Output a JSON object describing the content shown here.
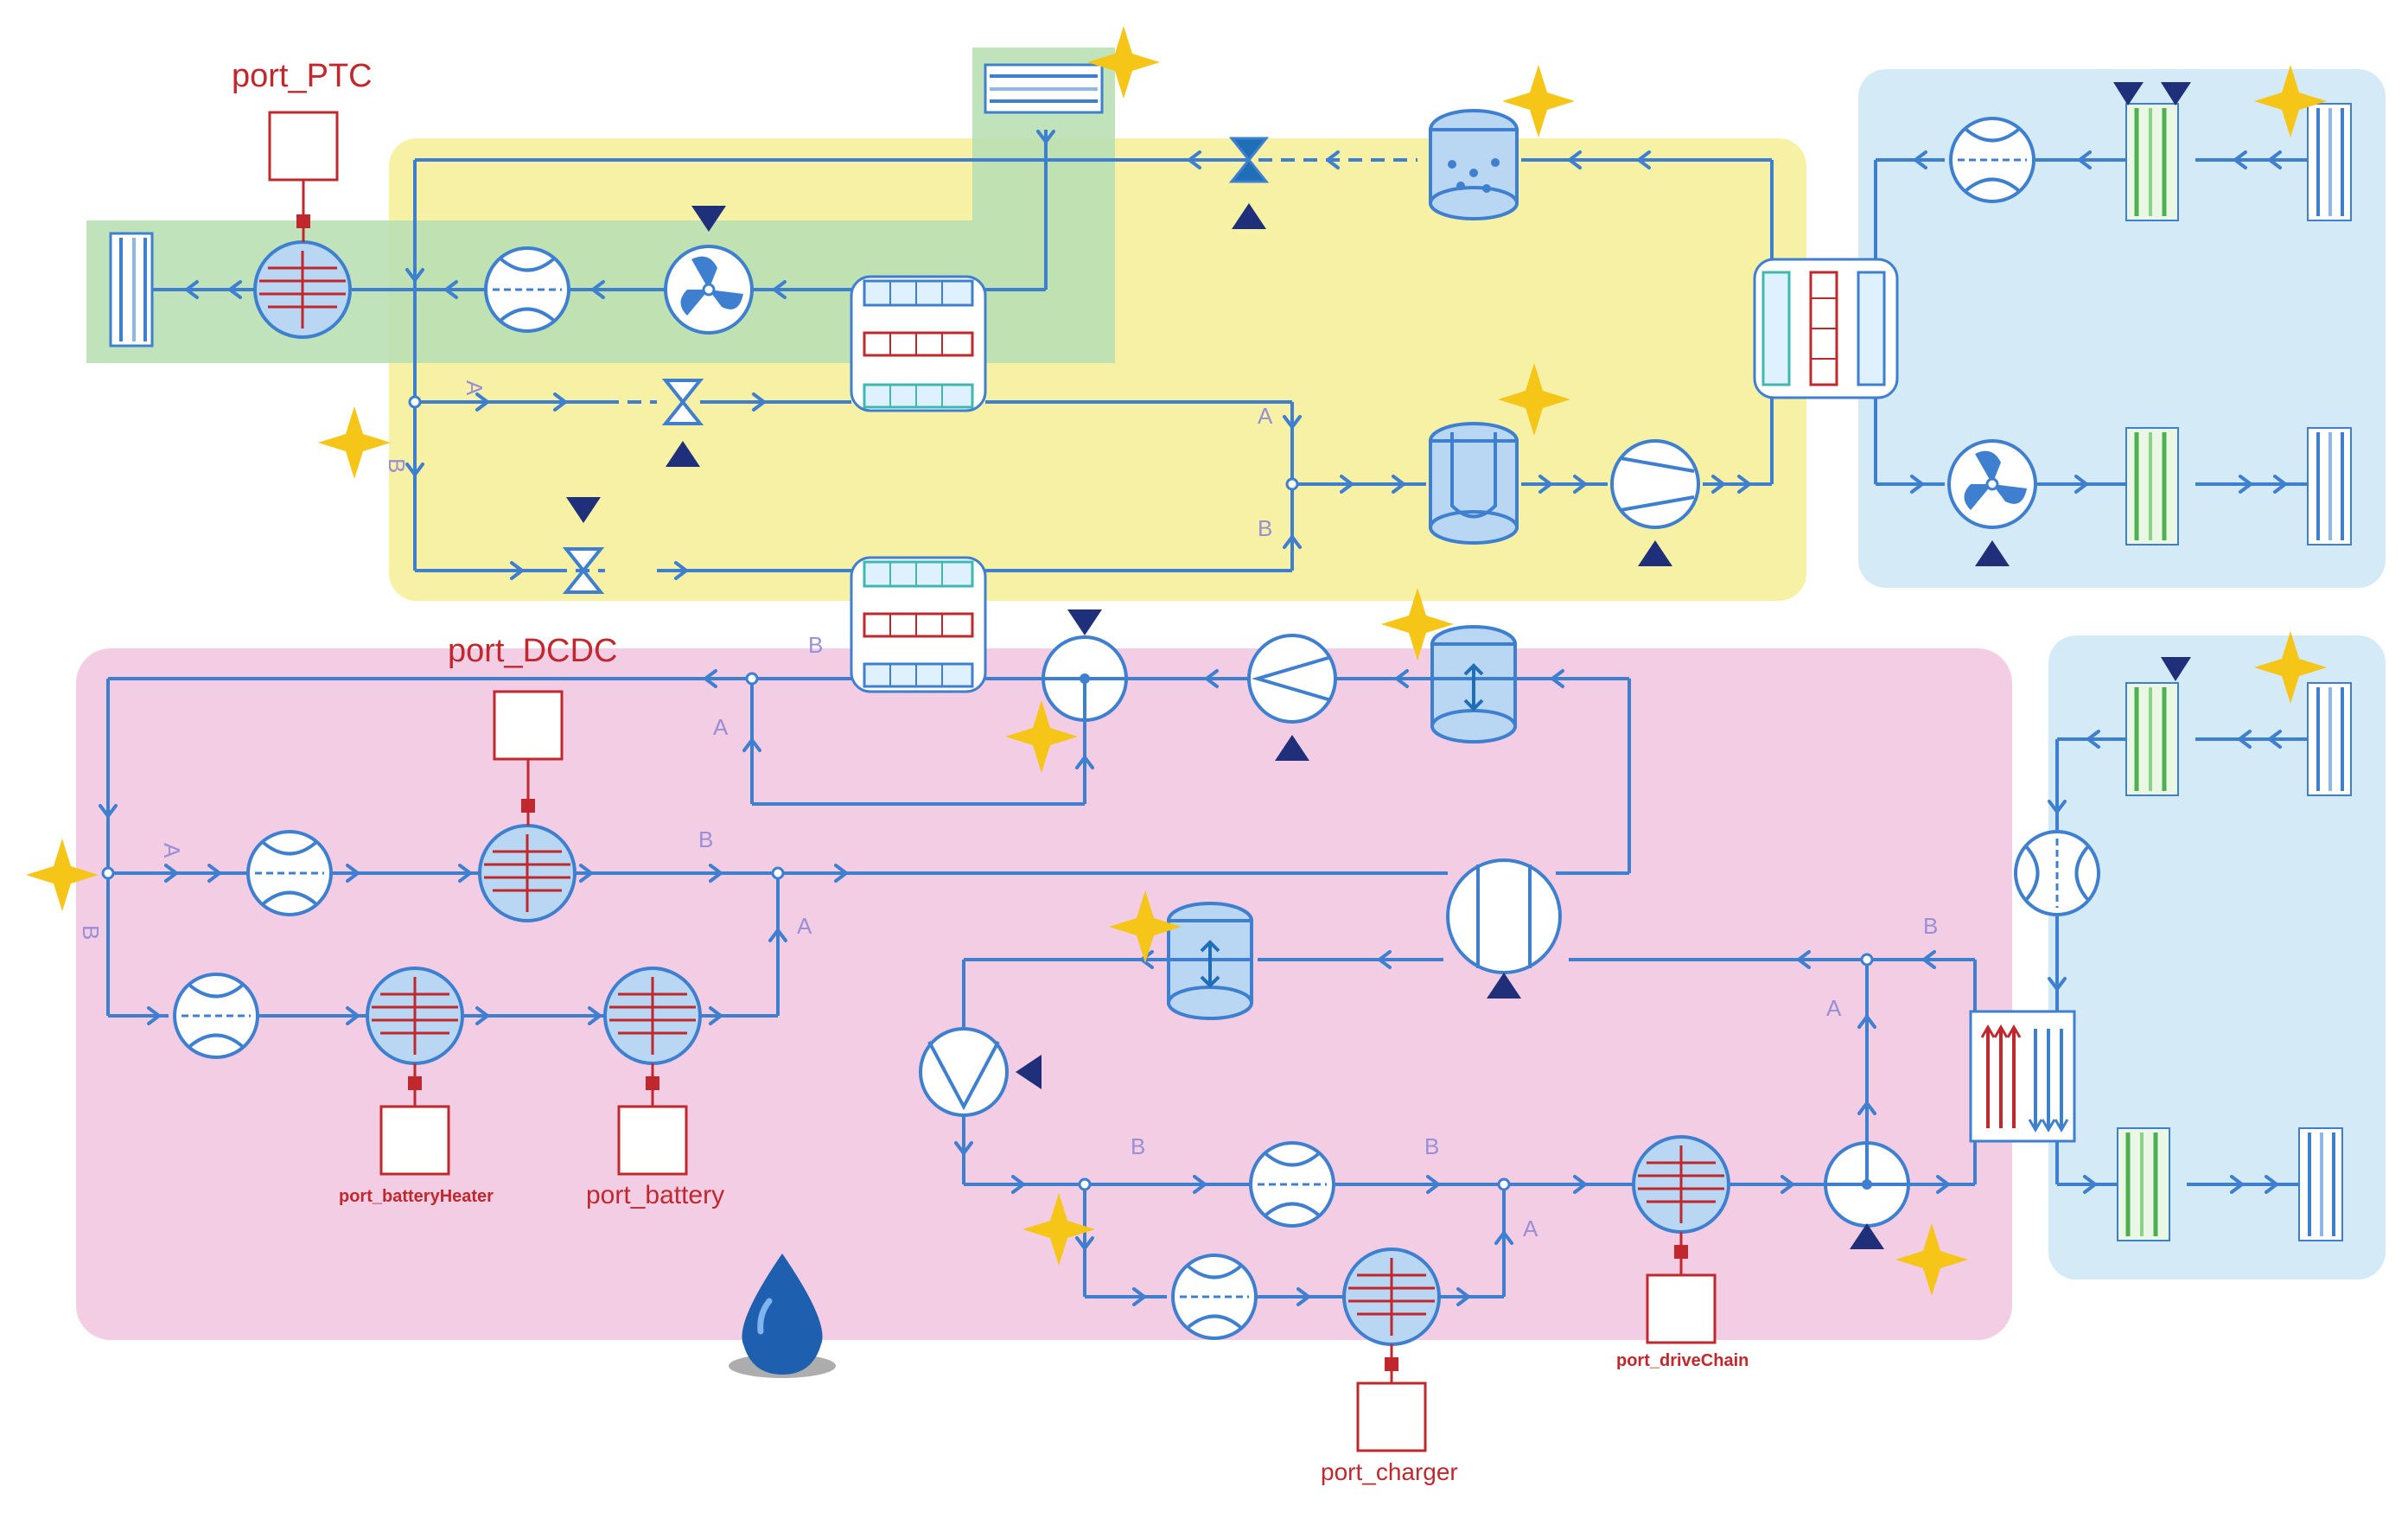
{
  "ports": {
    "ptc": "port_PTC",
    "dcdc": "port_DCDC",
    "battery_heater": "port_batteryHeater",
    "battery": "port_battery",
    "drive_chain": "port_driveChain",
    "charger": "port_charger"
  },
  "connector_labels": {
    "a": "A",
    "b": "B"
  },
  "regions": {
    "air_cabin": "#b9e0b4",
    "refrigerant": "#f7f1a6",
    "coolant": "#f3cde4",
    "ambient_air": "#d4ebf7"
  },
  "colors": {
    "pipe": "#3f7fd0",
    "port": "#c0282d",
    "input_marker": "#1f2f7a",
    "highlight_star": "#f5c518"
  },
  "icons": [
    "fan-icon",
    "flow-sensor-icon",
    "heater-icon",
    "expansion-valve-icon",
    "accumulator-icon",
    "receiver-icon",
    "compressor-icon",
    "pump-icon",
    "tank-icon",
    "three-way-valve-icon",
    "chiller-icon",
    "radiator-icon",
    "boundary-icon",
    "water-drop-icon",
    "star-icon"
  ]
}
